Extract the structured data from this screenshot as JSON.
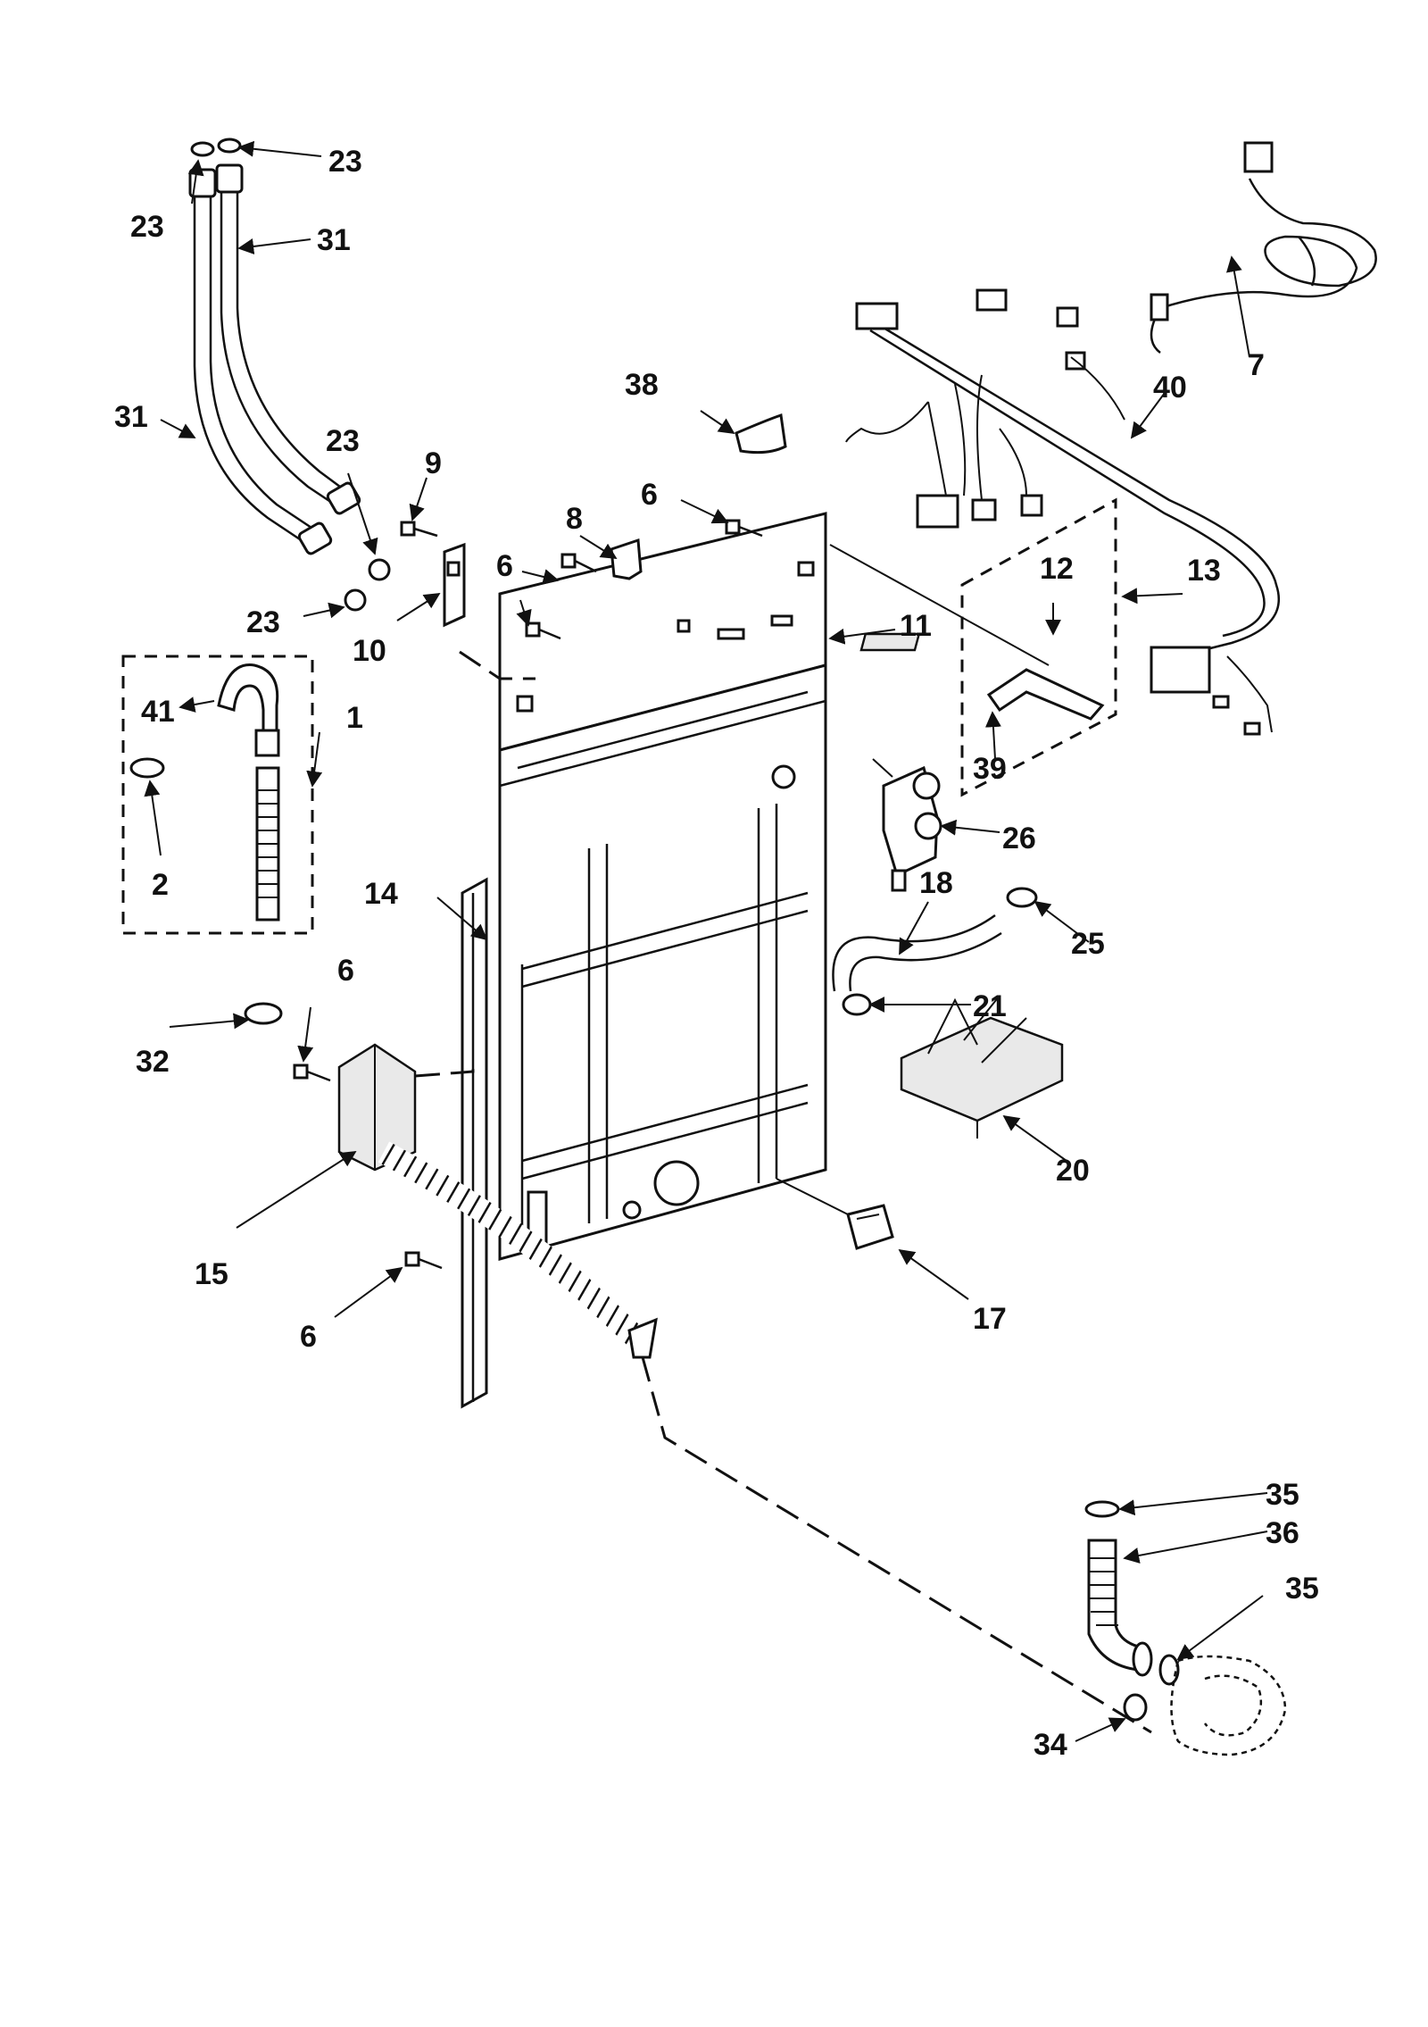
{
  "labels": {
    "l1": "1",
    "l2": "2",
    "l6a": "6",
    "l6b": "6",
    "l6c": "6",
    "l6d": "6",
    "l7": "7",
    "l8": "8",
    "l9": "9",
    "l10": "10",
    "l11": "11",
    "l12": "12",
    "l13": "13",
    "l14": "14",
    "l15": "15",
    "l17": "17",
    "l18": "18",
    "l20": "20",
    "l21": "21",
    "l23a": "23",
    "l23b": "23",
    "l23c": "23",
    "l23d": "23",
    "l25": "25",
    "l26": "26",
    "l31a": "31",
    "l31b": "31",
    "l32": "32",
    "l34": "34",
    "l35a": "35",
    "l35b": "35",
    "l36": "36",
    "l38": "38",
    "l39": "39",
    "l40": "40",
    "l41": "41"
  },
  "colors": {
    "ink": "#111111",
    "paper": "#ffffff",
    "shade": "#e9e9e9"
  }
}
